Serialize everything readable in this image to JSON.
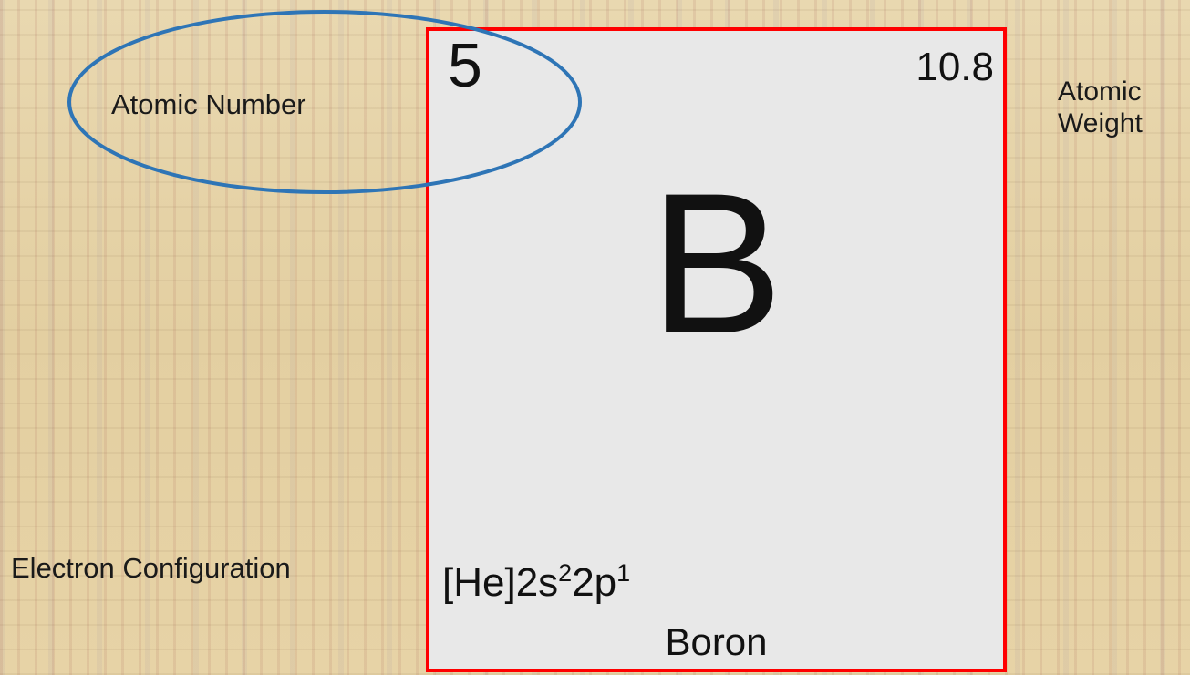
{
  "element": {
    "atomic_number": "5",
    "atomic_weight": "10.8",
    "symbol": "B",
    "config_base": "[He]2s",
    "config_s_exp": "2",
    "config_mid": "2p",
    "config_p_exp": "1",
    "name": "Boron"
  },
  "labels": {
    "atomic_number": "Atomic Number",
    "atomic_weight_line1": "Atomic",
    "atomic_weight_line2": "Weight",
    "electron_configuration": "Electron Configuration"
  },
  "colors": {
    "tile_border": "#ff0000",
    "tile_fill": "#e8e8e8",
    "highlight_ellipse": "#2e75b6"
  }
}
